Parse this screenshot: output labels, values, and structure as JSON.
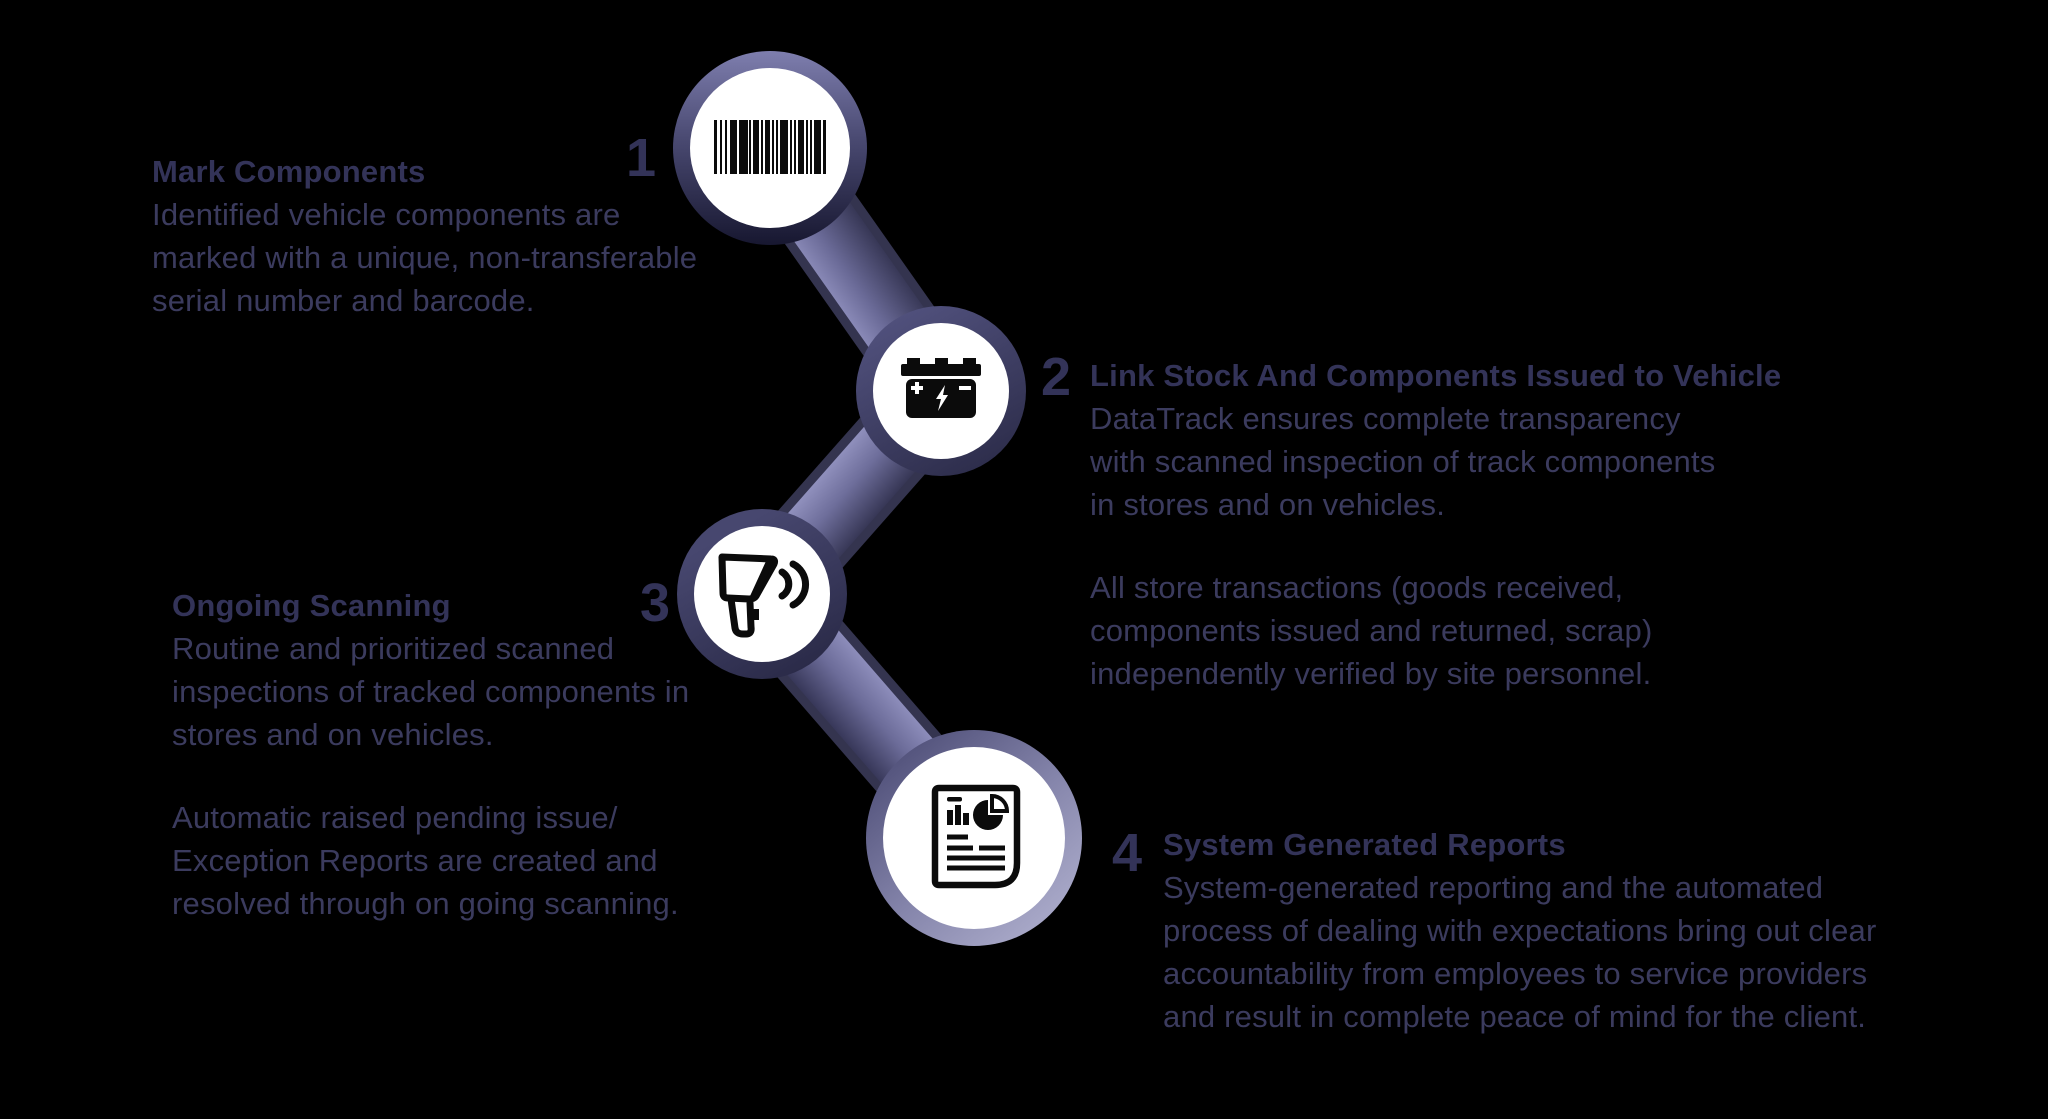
{
  "colors": {
    "background": "#000000",
    "body_text": "#3b3b5e",
    "heading_text": "#333358",
    "number_text": "#333358",
    "ring_navy": "#3a3a58",
    "ring_light": "#7e7eae",
    "connector_light": "#9494c2",
    "connector_dark": "#2e2e49",
    "circle_fill": "#ffffff",
    "icon_color": "#0b0b0b"
  },
  "steps": [
    {
      "number": "1",
      "title": "Mark Components",
      "icon": "barcode-icon",
      "paragraphs": [
        "Identified vehicle components are marked with a unique, non-transferable serial number and barcode."
      ]
    },
    {
      "number": "2",
      "title": "Link Stock And Components Issued to Vehicle",
      "icon": "battery-icon",
      "paragraphs": [
        "DataTrack ensures complete transparency with scanned inspection of track components in stores and on vehicles.",
        "All store transactions (goods received, components issued and returned, scrap) independently verified by site personnel."
      ]
    },
    {
      "number": "3",
      "title": "Ongoing Scanning",
      "icon": "scanner-icon",
      "paragraphs": [
        "Routine and prioritized scanned inspections of tracked components in stores and on vehicles.",
        "Automatic raised pending issue/ Exception Reports are created and resolved through on going scanning."
      ]
    },
    {
      "number": "4",
      "title": "System Generated Reports",
      "icon": "report-icon",
      "paragraphs": [
        "System-generated reporting and the automated process of dealing with expectations bring out clear accountability from employees to service providers and result in complete peace of mind for the client."
      ]
    }
  ]
}
